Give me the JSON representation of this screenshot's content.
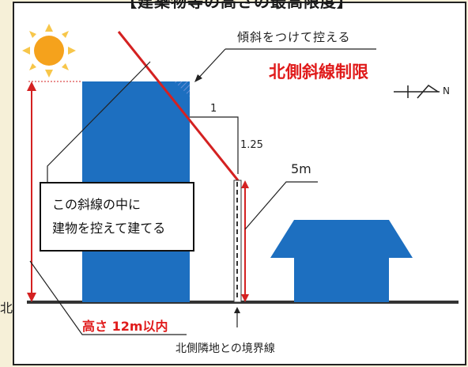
{
  "heading": "【建築物等の高さの最高限度】",
  "left_char": "北",
  "labels": {
    "slope_note": "傾斜をつけて控える",
    "restriction_title": "北側斜線制限",
    "north": "N",
    "ratio_run": "1",
    "ratio_rise": "1.25",
    "height_5m": "5m",
    "box_line1": "この斜線の中に",
    "box_line2": "建物を控えて建てる",
    "height_limit": "高さ 12m以内",
    "boundary": "北側隣地との境界線"
  },
  "colors": {
    "building": "#1d6fc0",
    "slant_line": "#d42121",
    "title_red": "#e01b1b",
    "sun_body": "#f5a21c",
    "sun_rays": "#f7c64a"
  }
}
